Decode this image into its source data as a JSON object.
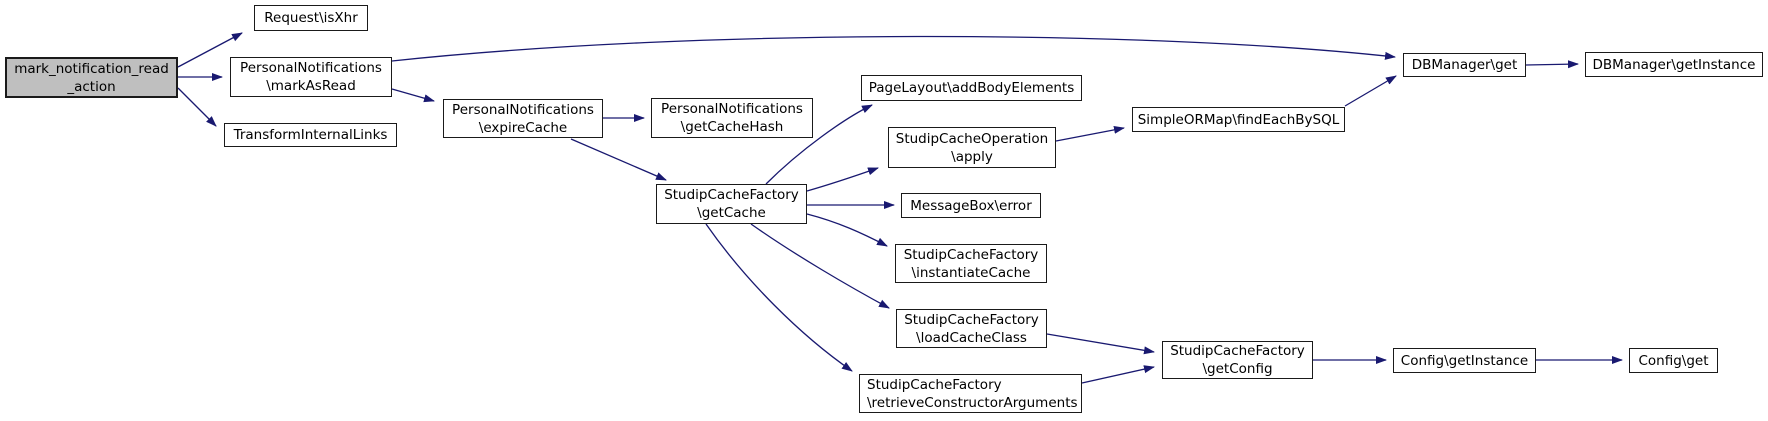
{
  "diagram": {
    "type": "call-graph",
    "background_color": "#ffffff",
    "edge_color": "#191970",
    "node_border_color": "#1a1a1a",
    "highlight_fill_color": "#bfbfbf",
    "nodes": [
      {
        "id": "mark_notification_read_action",
        "label": "mark_notification_read_action",
        "lines": [
          "mark_notification_read",
          "_action"
        ],
        "highlighted": true
      },
      {
        "id": "Request\\isXhr",
        "label": "Request\\isXhr",
        "lines": [
          "Request\\isXhr"
        ]
      },
      {
        "id": "PersonalNotifications\\markAsRead",
        "label": "PersonalNotifications\\markAsRead",
        "lines": [
          "PersonalNotifications",
          "\\markAsRead"
        ]
      },
      {
        "id": "TransformInternalLinks",
        "label": "TransformInternalLinks",
        "lines": [
          "TransformInternalLinks"
        ]
      },
      {
        "id": "PersonalNotifications\\expireCache",
        "label": "PersonalNotifications\\expireCache",
        "lines": [
          "PersonalNotifications",
          "\\expireCache"
        ]
      },
      {
        "id": "PersonalNotifications\\getCacheHash",
        "label": "PersonalNotifications\\getCacheHash",
        "lines": [
          "PersonalNotifications",
          "\\getCacheHash"
        ]
      },
      {
        "id": "StudipCacheFactory\\getCache",
        "label": "StudipCacheFactory\\getCache",
        "lines": [
          "StudipCacheFactory",
          "\\getCache"
        ]
      },
      {
        "id": "PageLayout\\addBodyElements",
        "label": "PageLayout\\addBodyElements",
        "lines": [
          "PageLayout\\addBodyElements"
        ]
      },
      {
        "id": "StudipCacheOperation\\apply",
        "label": "StudipCacheOperation\\apply",
        "lines": [
          "StudipCacheOperation",
          "\\apply"
        ]
      },
      {
        "id": "MessageBox\\error",
        "label": "MessageBox\\error",
        "lines": [
          "MessageBox\\error"
        ]
      },
      {
        "id": "StudipCacheFactory\\instantiateCache",
        "label": "StudipCacheFactory\\instantiateCache",
        "lines": [
          "StudipCacheFactory",
          "\\instantiateCache"
        ]
      },
      {
        "id": "StudipCacheFactory\\loadCacheClass",
        "label": "StudipCacheFactory\\loadCacheClass",
        "lines": [
          "StudipCacheFactory",
          "\\loadCacheClass"
        ]
      },
      {
        "id": "StudipCacheFactory\\retrieveConstructorArguments",
        "label": "StudipCacheFactory\\retrieveConstructorArguments",
        "lines": [
          "StudipCacheFactory",
          "\\retrieveConstructorArguments"
        ]
      },
      {
        "id": "StudipCacheFactory\\getConfig",
        "label": "StudipCacheFactory\\getConfig",
        "lines": [
          "StudipCacheFactory",
          "\\getConfig"
        ]
      },
      {
        "id": "Config\\getInstance",
        "label": "Config\\getInstance",
        "lines": [
          "Config\\getInstance"
        ]
      },
      {
        "id": "Config\\get",
        "label": "Config\\get",
        "lines": [
          "Config\\get"
        ]
      },
      {
        "id": "SimpleORMap\\findEachBySQL",
        "label": "SimpleORMap\\findEachBySQL",
        "lines": [
          "SimpleORMap\\findEachBySQL"
        ]
      },
      {
        "id": "DBManager\\get",
        "label": "DBManager\\get",
        "lines": [
          "DBManager\\get"
        ]
      },
      {
        "id": "DBManager\\getInstance",
        "label": "DBManager\\getInstance",
        "lines": [
          "DBManager\\getInstance"
        ]
      }
    ],
    "edges": [
      {
        "from": "mark_notification_read_action",
        "to": "Request\\isXhr"
      },
      {
        "from": "mark_notification_read_action",
        "to": "PersonalNotifications\\markAsRead"
      },
      {
        "from": "mark_notification_read_action",
        "to": "TransformInternalLinks"
      },
      {
        "from": "PersonalNotifications\\markAsRead",
        "to": "PersonalNotifications\\expireCache"
      },
      {
        "from": "PersonalNotifications\\markAsRead",
        "to": "DBManager\\get"
      },
      {
        "from": "PersonalNotifications\\expireCache",
        "to": "PersonalNotifications\\getCacheHash"
      },
      {
        "from": "PersonalNotifications\\expireCache",
        "to": "StudipCacheFactory\\getCache"
      },
      {
        "from": "StudipCacheFactory\\getCache",
        "to": "PageLayout\\addBodyElements"
      },
      {
        "from": "StudipCacheFactory\\getCache",
        "to": "StudipCacheOperation\\apply"
      },
      {
        "from": "StudipCacheFactory\\getCache",
        "to": "MessageBox\\error"
      },
      {
        "from": "StudipCacheFactory\\getCache",
        "to": "StudipCacheFactory\\instantiateCache"
      },
      {
        "from": "StudipCacheFactory\\getCache",
        "to": "StudipCacheFactory\\loadCacheClass"
      },
      {
        "from": "StudipCacheFactory\\getCache",
        "to": "StudipCacheFactory\\retrieveConstructorArguments"
      },
      {
        "from": "StudipCacheOperation\\apply",
        "to": "SimpleORMap\\findEachBySQL"
      },
      {
        "from": "SimpleORMap\\findEachBySQL",
        "to": "DBManager\\get"
      },
      {
        "from": "DBManager\\get",
        "to": "DBManager\\getInstance"
      },
      {
        "from": "StudipCacheFactory\\loadCacheClass",
        "to": "StudipCacheFactory\\getConfig"
      },
      {
        "from": "StudipCacheFactory\\retrieveConstructorArguments",
        "to": "StudipCacheFactory\\getConfig"
      },
      {
        "from": "StudipCacheFactory\\getConfig",
        "to": "Config\\getInstance"
      },
      {
        "from": "Config\\getInstance",
        "to": "Config\\get"
      }
    ]
  }
}
